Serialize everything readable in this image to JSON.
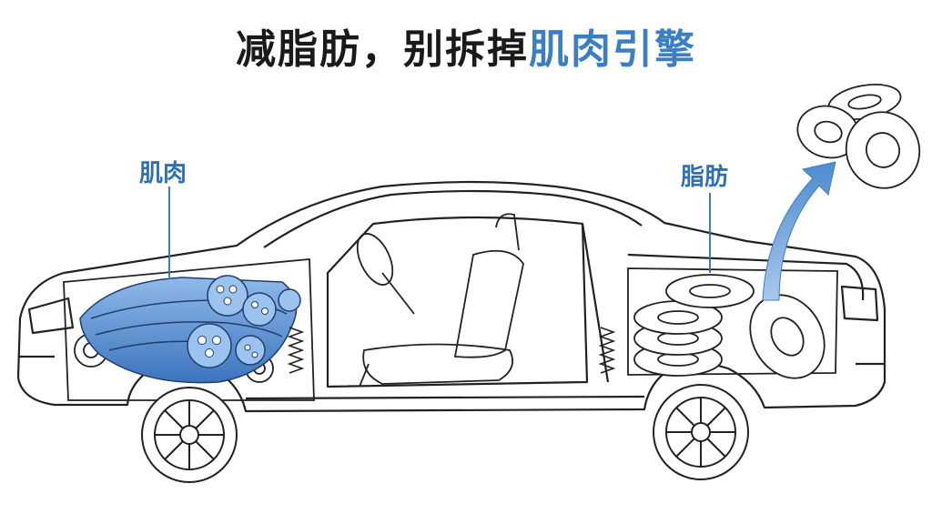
{
  "title": {
    "part1": "减脂肪，别拆掉",
    "part2": "肌肉引擎"
  },
  "labels": {
    "muscle": "肌肉",
    "fat": "脂肪"
  },
  "colors": {
    "accent": "#3a7fc4",
    "muscle_fill": "#4a86cf",
    "arrow": "#5b93cf",
    "line": "#222222"
  }
}
